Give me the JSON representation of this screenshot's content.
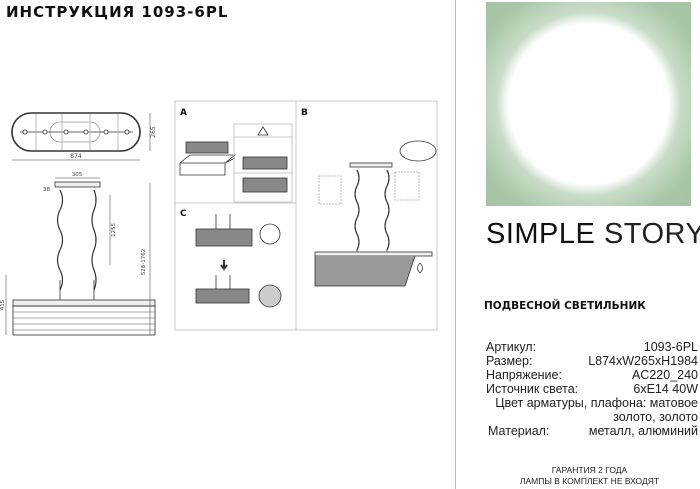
{
  "header": {
    "title": "ИНСТРУКЦИЯ 1093-6PL"
  },
  "drawing": {
    "dimensions": {
      "width": "874",
      "depth": "265",
      "canopy": "305",
      "canopy_height": "38",
      "chain": "1255",
      "total_height": "528-1762",
      "shade_height": "415"
    },
    "panels": [
      {
        "label": "A"
      },
      {
        "label": "B"
      },
      {
        "label": "C"
      }
    ]
  },
  "brand": {
    "name_bold": "SIMPLE",
    "name_light": "STORY",
    "hero_color": "#a4c3a3"
  },
  "product": {
    "type": "ПОДВЕСНОЙ СВЕТИЛЬНИК"
  },
  "specs": [
    {
      "label": "Артикул:",
      "value": "1093-6PL"
    },
    {
      "label": "Размер:",
      "value": "L874xW265xH1984"
    },
    {
      "label": "Напряжение:",
      "value": "AC220_240"
    },
    {
      "label": "Источник света:",
      "value": "6xE14 40W"
    }
  ],
  "color_line1": "Цвет арматуры, плафона: матовое",
  "color_line2": "золото, золото",
  "material": {
    "label": "Материал:",
    "value": "металл, алюминий"
  },
  "footer": {
    "warranty": "ГАРАНТИЯ 2 ГОДА",
    "lamps": "ЛАМПЫ В КОМПЛЕКТ НЕ ВХОДЯТ"
  }
}
